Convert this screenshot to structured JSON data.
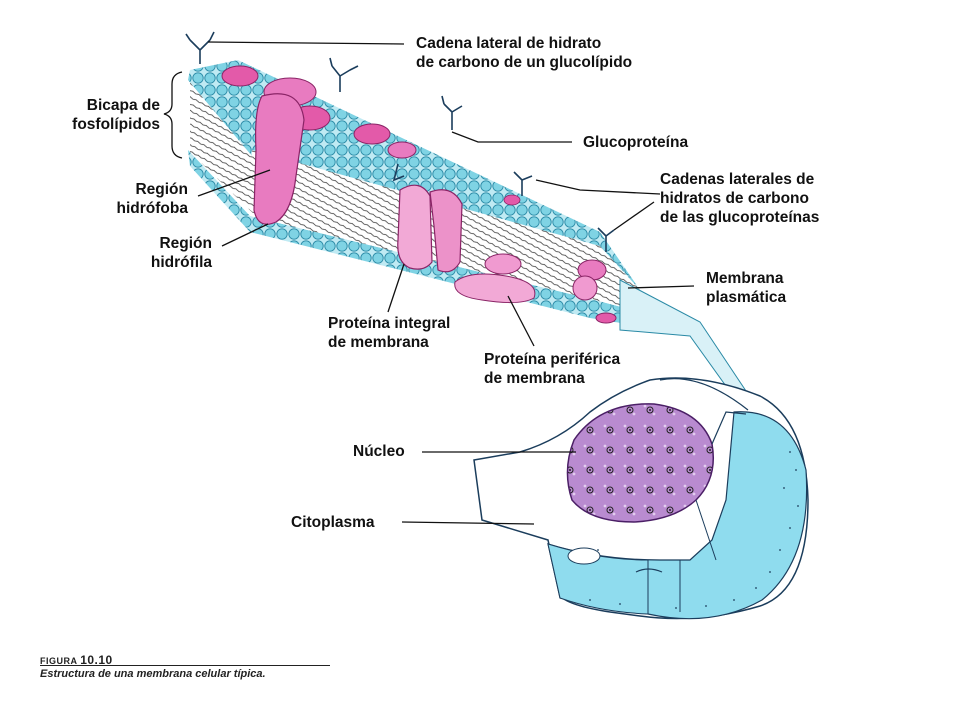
{
  "labels": {
    "cadena_lateral_line1": "Cadena lateral de hidrato",
    "cadena_lateral_line2": "de carbono de un glucolípido",
    "bicapa_line1": "Bicapa de",
    "bicapa_line2": "fosfolípidos",
    "glucoproteina": "Glucoproteína",
    "cadenas_laterales_line1": "Cadenas laterales de",
    "cadenas_laterales_line2": "hidratos de carbono",
    "cadenas_laterales_line3": "de las glucoproteínas",
    "region_hidrofoba_line1": "Región",
    "region_hidrofoba_line2": "hidrófoba",
    "region_hidrofila_line1": "Región",
    "region_hidrofila_line2": "hidrófila",
    "membrana_plasmatica_line1": "Membrana",
    "membrana_plasmatica_line2": "plasmática",
    "proteina_integral_line1": "Proteína integral",
    "proteina_integral_line2": "de membrana",
    "proteina_periferica_line1": "Proteína periférica",
    "proteina_periferica_line2": "de membrana",
    "nucleo": "Núcleo",
    "citoplasma": "Citoplasma"
  },
  "caption": {
    "figure_prefix": "FIGURA",
    "figure_number": "10.10",
    "text": "Estructura de una membrana celular típica."
  },
  "colors": {
    "phospholipid_head": "#7fd3e4",
    "phospholipid_head_edge": "#2a8aa6",
    "protein_pink": "#e87bc0",
    "protein_pink_light": "#f2b0d8",
    "cell_cyan": "#8fdcee",
    "nucleus_purple": "#b07ac9"
  }
}
